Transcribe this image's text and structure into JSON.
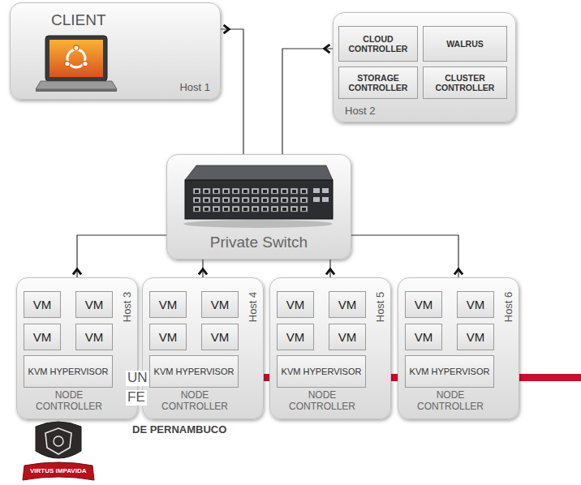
{
  "diagram": {
    "nodes": [
      {
        "text": [
          "CLIENT",
          "Host 1"
        ]
      },
      {
        "text": [
          "Host 2"
        ]
      },
      {
        "text": [
          "CLOUD CONTROLLER"
        ],
        "in": 1
      },
      {
        "text": [
          "WALRUS"
        ],
        "in": 1
      },
      {
        "text": [
          "STORAGE CONTROLLER"
        ],
        "in": 1
      },
      {
        "text": [
          "CLUSTER CONTROLLER"
        ],
        "in": 1
      },
      {
        "text": [
          "Private Switch"
        ]
      },
      {
        "text": [
          "Host 3",
          "NODE CONTROLLER"
        ]
      },
      {
        "text": [
          "VM"
        ],
        "in": 7
      },
      {
        "text": [
          "VM"
        ],
        "in": 7
      },
      {
        "text": [
          "VM"
        ],
        "in": 7
      },
      {
        "text": [
          "VM"
        ],
        "in": 7
      },
      {
        "text": [
          "KVM HYPERVISOR"
        ],
        "in": 7
      },
      {
        "text": [
          "Host 4",
          "NODE CONTROLLER"
        ]
      },
      {
        "text": [
          "VM"
        ],
        "in": 13
      },
      {
        "text": [
          "VM"
        ],
        "in": 13
      },
      {
        "text": [
          "VM"
        ],
        "in": 13
      },
      {
        "text": [
          "VM"
        ],
        "in": 13
      },
      {
        "text": [
          "KVM HYPERVISOR"
        ],
        "in": 13
      },
      {
        "text": [
          "Host 5",
          "NODE CONTROLLER"
        ]
      },
      {
        "text": [
          "VM"
        ],
        "in": 19
      },
      {
        "text": [
          "VM"
        ],
        "in": 19
      },
      {
        "text": [
          "VM"
        ],
        "in": 19
      },
      {
        "text": [
          "VM"
        ],
        "in": 19
      },
      {
        "text": [
          "KVM HYPERVISOR"
        ],
        "in": 19
      },
      {
        "text": [
          "Host 6",
          "NODE CONTROLLER"
        ]
      },
      {
        "text": [
          "VM"
        ],
        "in": 25
      },
      {
        "text": [
          "VM"
        ],
        "in": 25
      },
      {
        "text": [
          "VM"
        ],
        "in": 25
      },
      {
        "text": [
          "VM"
        ],
        "in": 25
      },
      {
        "text": [
          "KVM HYPERVISOR"
        ],
        "in": 25
      }
    ],
    "edges": [
      {
        "from": 6,
        "to": 0,
        "arrow": "to"
      },
      {
        "from": 6,
        "to": 1,
        "arrow": "to"
      },
      {
        "from": 6,
        "to": 7,
        "arrow": "to"
      },
      {
        "from": 6,
        "to": 13,
        "arrow": "to"
      },
      {
        "from": 6,
        "to": 19,
        "arrow": "to"
      },
      {
        "from": 6,
        "to": 25,
        "arrow": "to"
      }
    ],
    "labels": [
      "UN",
      "FE",
      "DE PERNAMBUCO",
      "VIRTUS IMPAVIDA"
    ]
  }
}
